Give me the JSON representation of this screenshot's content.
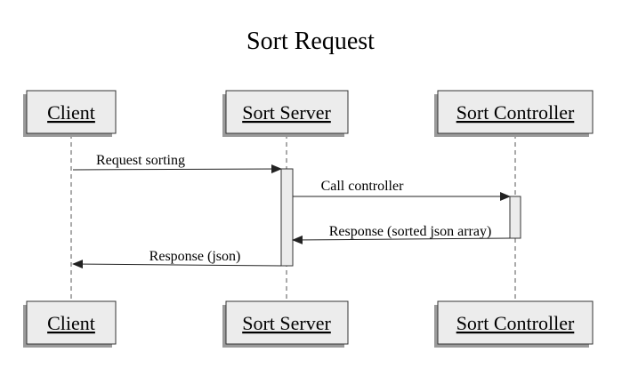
{
  "diagram": {
    "title": "Sort Request",
    "participants": [
      "Client",
      "Sort Server",
      "Sort Controller"
    ],
    "messages": [
      {
        "label": "Request sorting",
        "from": "Client",
        "to": "Sort Server"
      },
      {
        "label": "Call controller",
        "from": "Sort Server",
        "to": "Sort Controller"
      },
      {
        "label": "Response (sorted json array)",
        "from": "Sort Controller",
        "to": "Sort Server"
      },
      {
        "label": "Response (json)",
        "from": "Sort Server",
        "to": "Client"
      }
    ]
  }
}
